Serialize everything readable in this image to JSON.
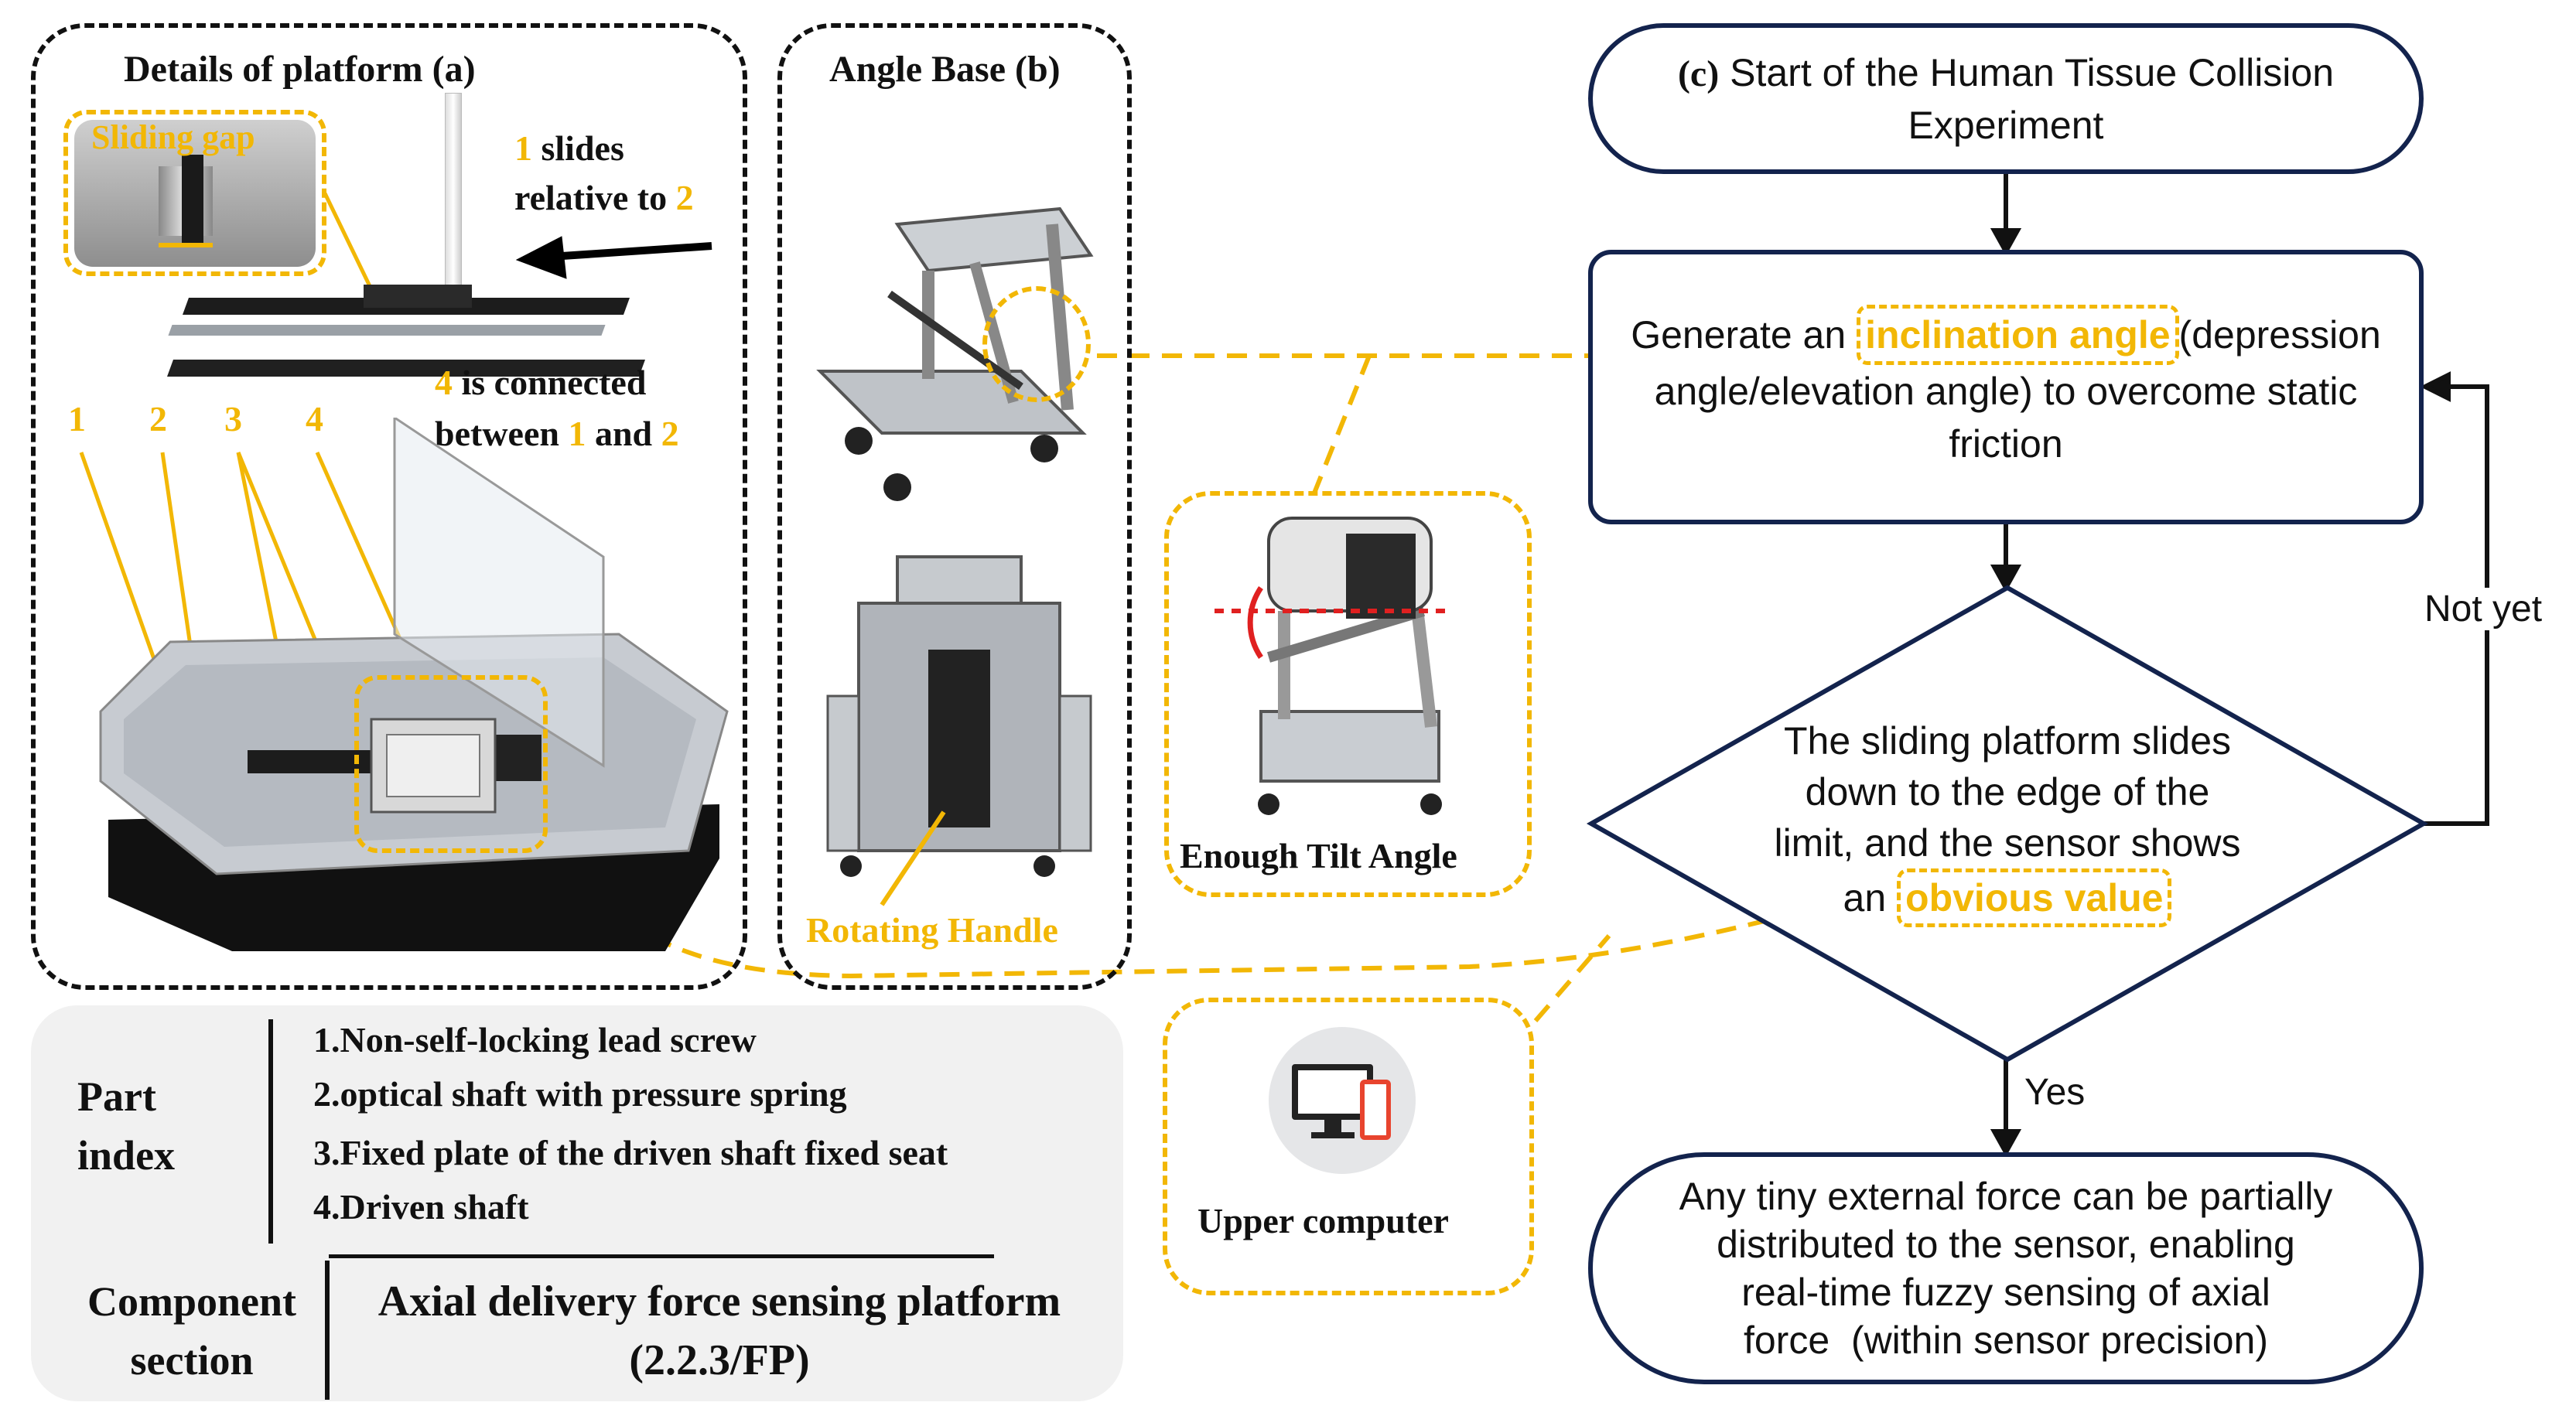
{
  "panel_a": {
    "title": "Details of platform (a)",
    "sliding_gap": "Sliding gap",
    "slide_note": {
      "n1": "1",
      "t1": " slides",
      "t2": "relative to ",
      "n2": "2"
    },
    "connect_note": {
      "n4": "4",
      "t1": " is connected",
      "t2": "between ",
      "n1": "1",
      "t3": " and ",
      "n2": "2"
    },
    "part_numbers": [
      "1",
      "2",
      "3",
      "4"
    ]
  },
  "panel_b": {
    "title": "Angle Base (b)",
    "handle_label": "Rotating Handle"
  },
  "tilt_label": "Enough Tilt Angle",
  "upper_computer_label": "Upper computer",
  "part_index": {
    "heading": [
      "Part",
      "index"
    ],
    "items": [
      "1.Non-self-locking lead screw",
      "2.optical shaft with pressure spring",
      "3.Fixed plate of the driven shaft fixed seat",
      "4.Driven shaft"
    ],
    "component_heading": [
      "Component",
      "section"
    ],
    "component_value": [
      "Axial delivery force sensing platform",
      "(2.2.3/FP)"
    ]
  },
  "flowchart": {
    "start": {
      "prefix": "(c)",
      "line1": "Start of the Human Tissue Collision",
      "line2": "Experiment"
    },
    "step1": {
      "pre": "Generate an ",
      "highlight": "inclination angle",
      "post": "(depression",
      "line2": "angle/elevation angle) to overcome static",
      "line3": "friction"
    },
    "decision": {
      "line1": "The sliding platform slides",
      "line2": "down to the edge of the",
      "line3": "limit, and the sensor shows",
      "pre4": "an ",
      "highlight": "obvious value"
    },
    "not_yet": "Not yet",
    "yes": "Yes",
    "end": {
      "line1": "Any tiny external force can be partially",
      "line2": "distributed to the sensor, enabling",
      "line3": "real-time fuzzy sensing of axial",
      "line4": "force  (within sensor precision)"
    }
  },
  "colors": {
    "gold": "#f2b705",
    "navy": "#13234d",
    "black": "#111111"
  },
  "icons": [
    "monitor-phone-icon"
  ]
}
